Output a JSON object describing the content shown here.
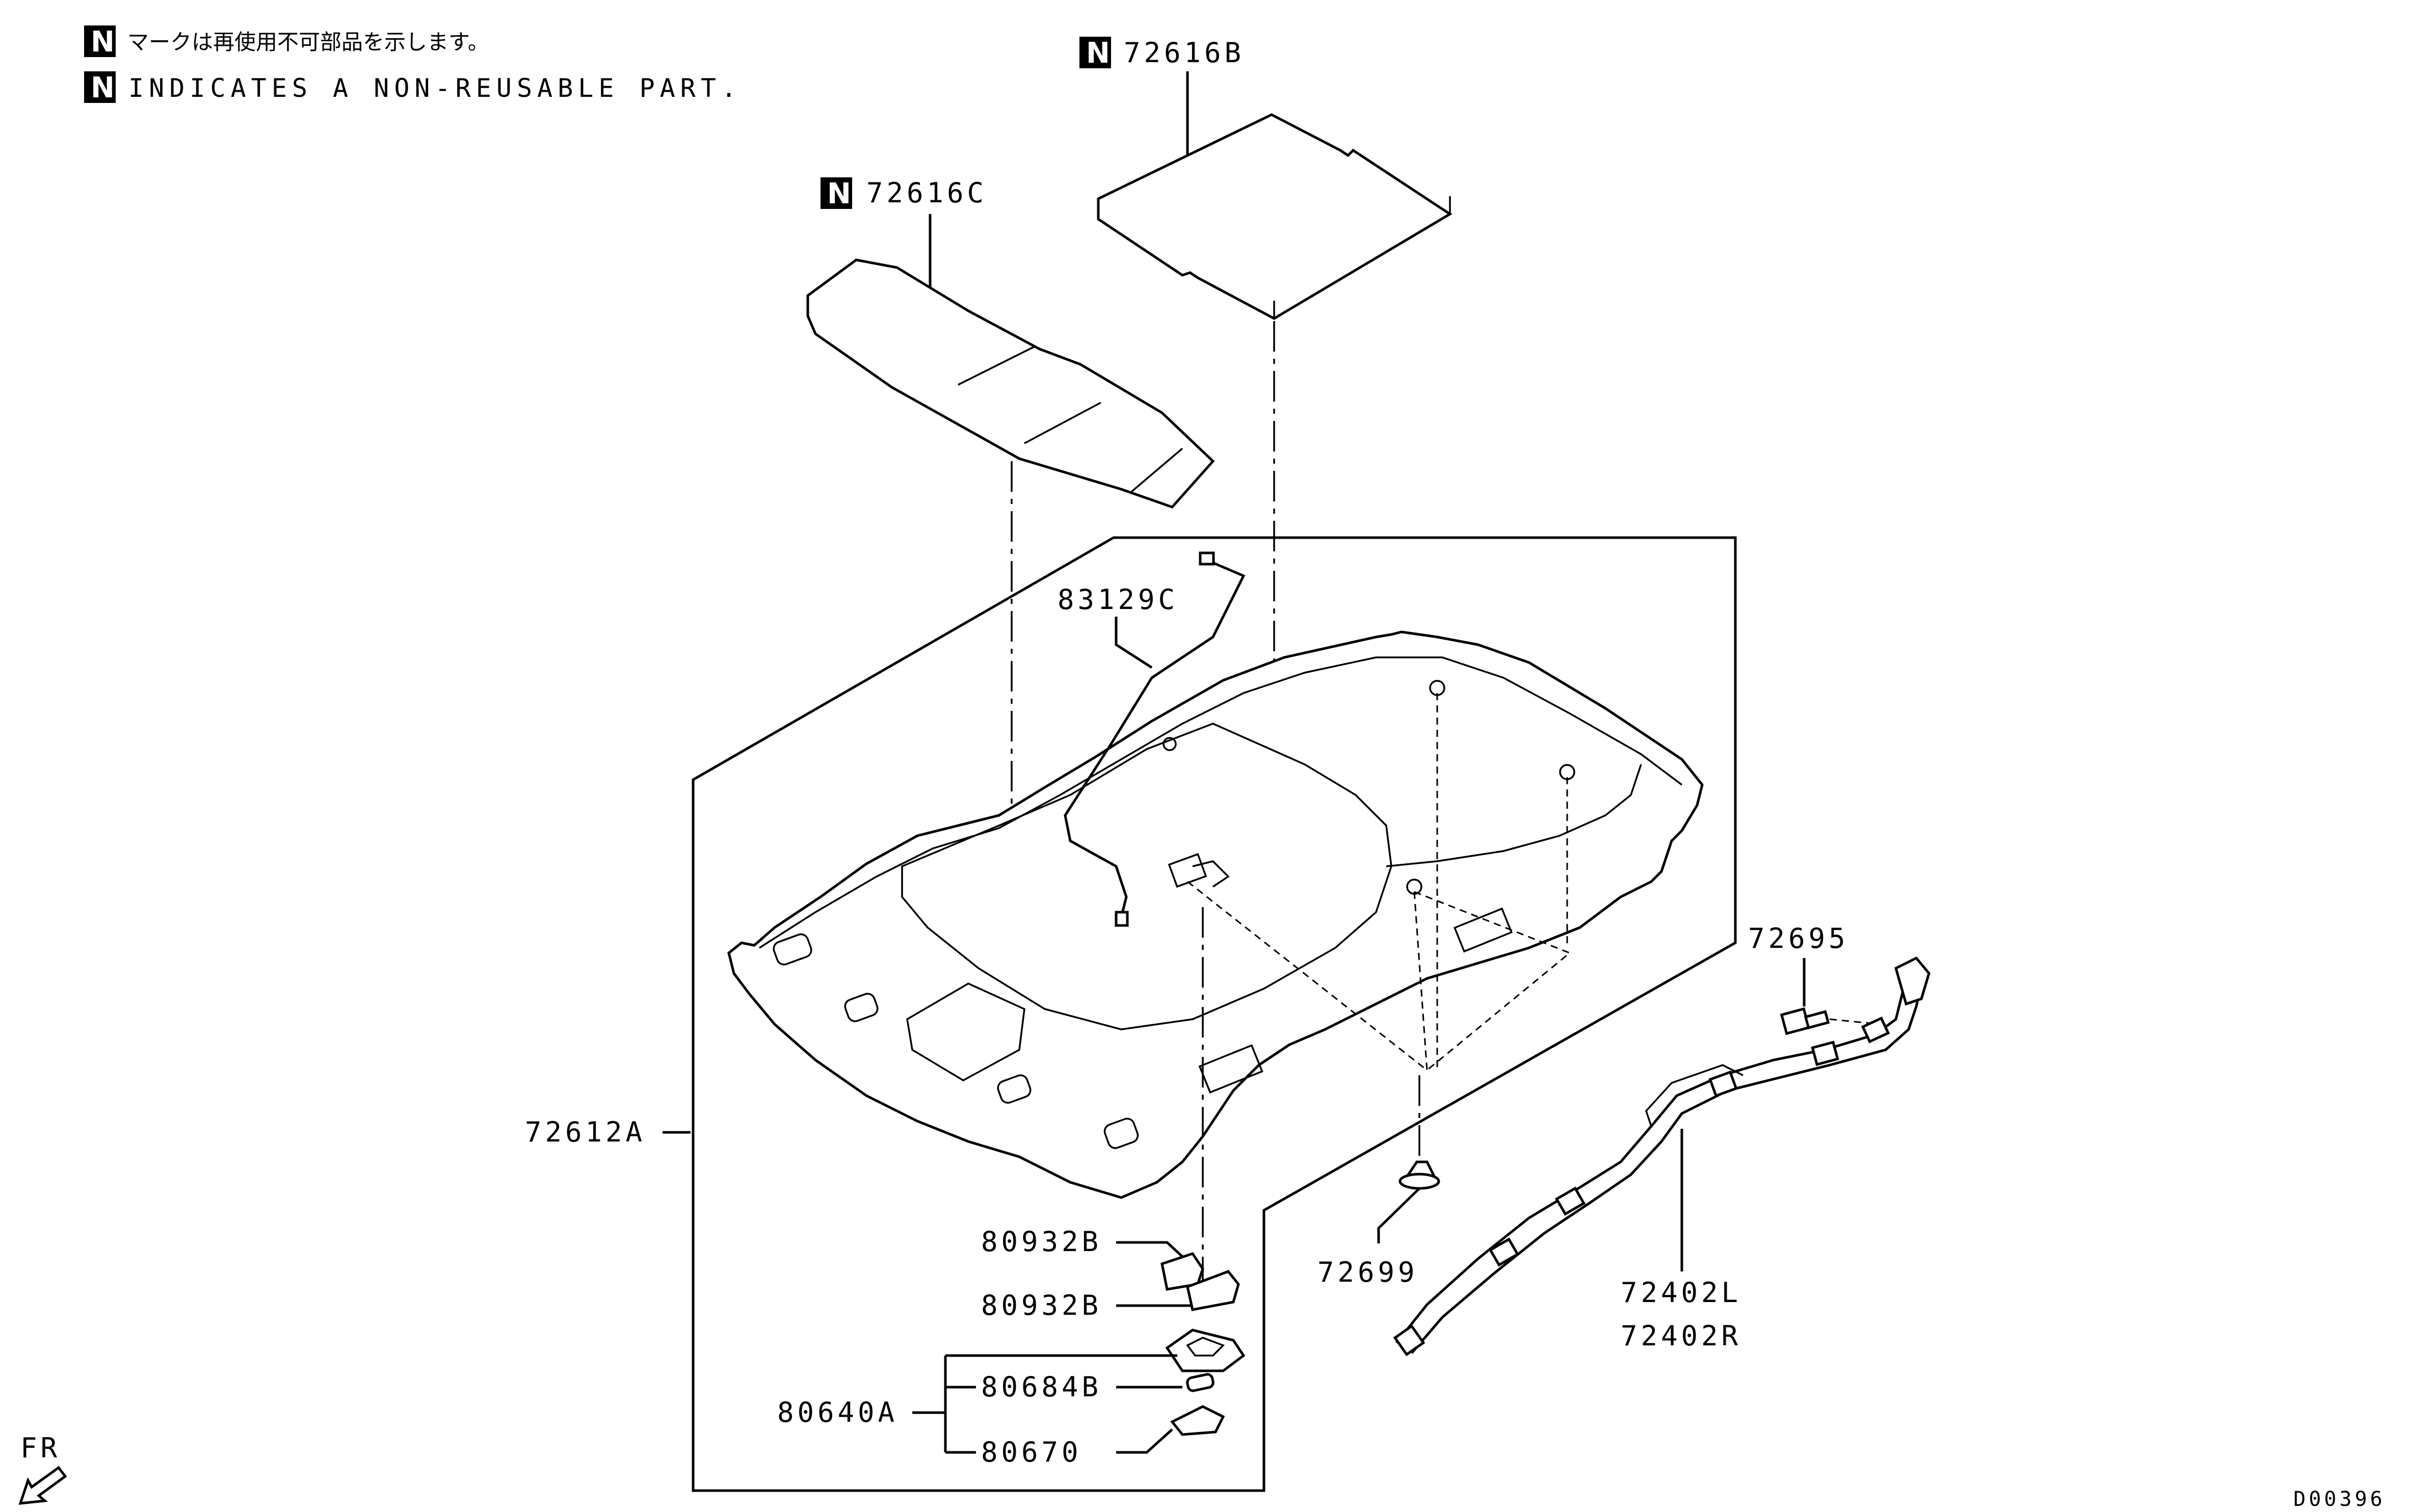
{
  "legend": {
    "symbol": "N",
    "line_jp": "マークは再使用不可部品を示します。",
    "line_en": "INDICATES A NON-REUSABLE PART."
  },
  "parts": {
    "p72616B": "72616B",
    "p72616C": "72616C",
    "p83129C": "83129C",
    "p72612A": "72612A",
    "p72695": "72695",
    "p72699": "72699",
    "p72402L": "72402L",
    "p72402R": "72402R",
    "p80932B_a": "80932B",
    "p80932B_b": "80932B",
    "p80640A": "80640A",
    "p80684B": "80684B",
    "p80670": "80670"
  },
  "direction": "FR",
  "diagram_id": "D00396"
}
